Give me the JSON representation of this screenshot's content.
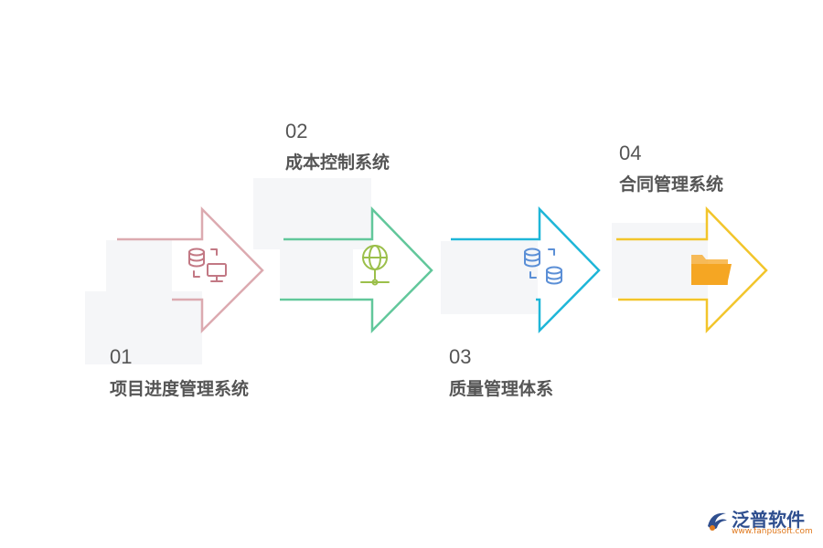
{
  "steps": [
    {
      "number": "01",
      "label": "项目进度管理系统",
      "color": "#dcaab0",
      "icon": "database-monitor-icon",
      "icon_color": "#c27884"
    },
    {
      "number": "02",
      "label": "成本控制系统",
      "color": "#62c79b",
      "icon": "globe-network-icon",
      "icon_color": "#9bbf4a"
    },
    {
      "number": "03",
      "label": "质量管理体系",
      "color": "#1eb6d8",
      "icon": "database-sync-icon",
      "icon_color": "#5b8fd6"
    },
    {
      "number": "04",
      "label": "合同管理系统",
      "color": "#f2c52b",
      "icon": "folder-icon",
      "icon_color": "#f5a623"
    }
  ],
  "logo": {
    "name": "泛普软件",
    "url": "www.fanpusoft.com",
    "primary_color": "#2f4f8f",
    "accent_color": "#e07a1f"
  }
}
